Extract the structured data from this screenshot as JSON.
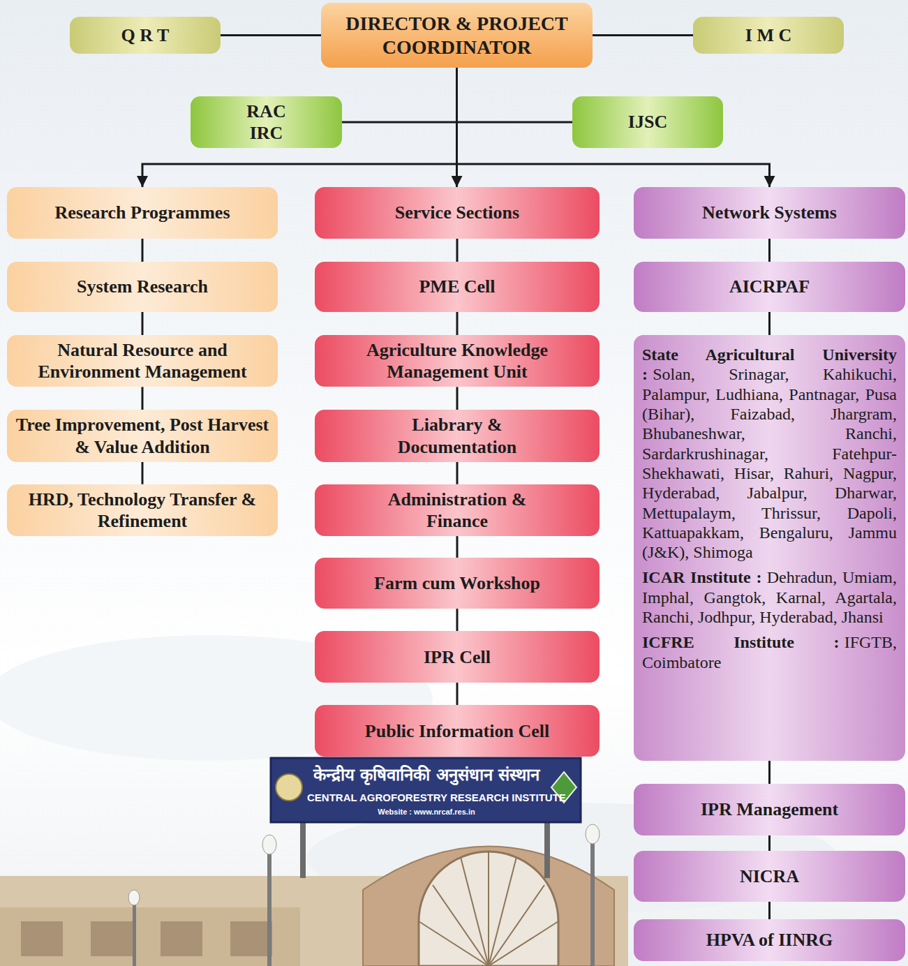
{
  "diagram": {
    "nodes": [
      {
        "text": [
          "DIRECTOR & PROJECT COORDINATOR"
        ]
      },
      {
        "text": [
          "Q R T"
        ]
      },
      {
        "text": [
          "I M C"
        ]
      },
      {
        "text": [
          "RAC IRC"
        ]
      },
      {
        "text": [
          "IJSC"
        ]
      },
      {
        "text": [
          "Research Programmes"
        ]
      },
      {
        "text": [
          "System Research"
        ]
      },
      {
        "text": [
          "Natural Resource and Environment Management"
        ]
      },
      {
        "text": [
          "Tree Improvement, Post Harvest & Value Addition"
        ]
      },
      {
        "text": [
          "HRD, Technology Transfer & Refinement"
        ]
      },
      {
        "text": [
          "Service Sections"
        ]
      },
      {
        "text": [
          "PME Cell"
        ]
      },
      {
        "text": [
          "Agriculture Knowledge Management Unit"
        ]
      },
      {
        "text": [
          "Liabrary & Documentation"
        ]
      },
      {
        "text": [
          "Administration & Finance"
        ]
      },
      {
        "text": [
          "Farm cum Workshop"
        ]
      },
      {
        "text": [
          "IPR Cell"
        ]
      },
      {
        "text": [
          "Public Information Cell"
        ]
      },
      {
        "text": [
          "Network Systems"
        ]
      },
      {
        "text": [
          "AICRPAF"
        ]
      },
      {
        "text": [
          "State Agricultural University :",
          "Solan, Srinagar, Kahikuchi, Palampur, Ludhiana, Pantnagar, Pusa (Bihar), Faizabad, Jhargram, Bhubaneshwar, Ranchi, Sardarkrushinagar, Fatehpur-Shekhawati, Hisar, Rahuri, Nagpur, Hyderabad, Jabalpur, Dharwar, Mettupalaym, Thrissur, Dapoli, Kattuapakkam, Bengaluru, Jammu (J&K), Shimoga",
          "ICAR Institute :",
          "Dehradun, Umiam, Imphal, Gangtok, Karnal, Agartala, Ranchi, Jodhpur, Hyderabad, Jhansi",
          "ICFRE Institute :",
          "IFGTB, Coimbatore"
        ]
      },
      {
        "text": [
          "IPR Management"
        ]
      },
      {
        "text": [
          "NICRA"
        ]
      },
      {
        "text": [
          "HPVA of IINRG"
        ]
      }
    ],
    "edges": [
      {
        "from": 1,
        "to": 0,
        "arrow": "none"
      },
      {
        "from": 0,
        "to": 2,
        "arrow": "none"
      },
      {
        "from": 3,
        "to": 4,
        "arrow": "none"
      },
      {
        "from": 0,
        "to": 5,
        "arrow": "to"
      },
      {
        "from": 0,
        "to": 10,
        "arrow": "to"
      },
      {
        "from": 0,
        "to": 18,
        "arrow": "to"
      },
      {
        "from": 5,
        "to": 6,
        "arrow": "none"
      },
      {
        "from": 6,
        "to": 7,
        "arrow": "none"
      },
      {
        "from": 7,
        "to": 8,
        "arrow": "none"
      },
      {
        "from": 8,
        "to": 9,
        "arrow": "none"
      },
      {
        "from": 10,
        "to": 11,
        "arrow": "none"
      },
      {
        "from": 11,
        "to": 12,
        "arrow": "none"
      },
      {
        "from": 12,
        "to": 13,
        "arrow": "none"
      },
      {
        "from": 13,
        "to": 14,
        "arrow": "none"
      },
      {
        "from": 14,
        "to": 15,
        "arrow": "none"
      },
      {
        "from": 15,
        "to": 16,
        "arrow": "none"
      },
      {
        "from": 16,
        "to": 17,
        "arrow": "none"
      },
      {
        "from": 18,
        "to": 19,
        "arrow": "none"
      },
      {
        "from": 19,
        "to": 20,
        "arrow": "none"
      },
      {
        "from": 20,
        "to": 21,
        "arrow": "none"
      },
      {
        "from": 21,
        "to": 22,
        "arrow": "none"
      },
      {
        "from": 22,
        "to": 23,
        "arrow": "none"
      }
    ],
    "labels": [
      "केन्द्रीय कृषिवानिकी अनुसंधान संस्थान",
      "CENTRAL AGROFORESTRY RESEARCH INSTITUTE",
      "Website : www.nrcaf.res.in"
    ]
  }
}
